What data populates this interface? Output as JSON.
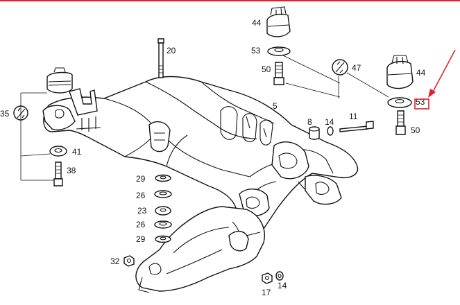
{
  "diagram": {
    "labels": {
      "l44a": "44",
      "l53a": "53",
      "l50a": "50",
      "l47": "47",
      "l44b": "44",
      "l53b": "53",
      "l50b": "50",
      "l20": "20",
      "l5": "5",
      "l35": "35",
      "l8": "8",
      "l14a": "14",
      "l11": "11",
      "l41": "41",
      "l38": "38",
      "l29a": "29",
      "l26a": "26",
      "l23": "23",
      "l26b": "26",
      "l29b": "29",
      "l32": "32",
      "l17": "17",
      "l14b": "14"
    },
    "colors": {
      "highlight": "#e0202a",
      "line": "#111111"
    },
    "icons": [
      "wrench-icon",
      "wrench-icon",
      "red-arrow-icon"
    ]
  }
}
